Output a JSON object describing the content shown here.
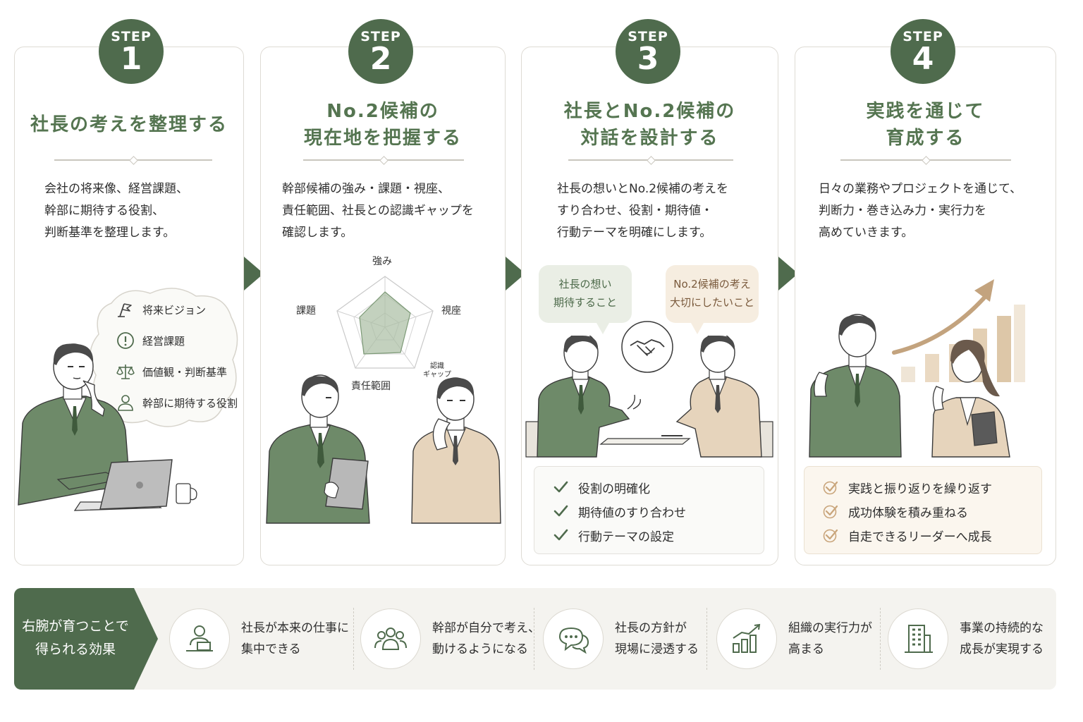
{
  "steps": [
    {
      "label": "STEP",
      "number": "1",
      "title_lines": [
        "社長の考えを整理する"
      ],
      "description": "会社の将来像、経営課題、\n幹部に期待する役割、\n判断基準を整理します。",
      "thought_items": [
        {
          "icon": "flag-icon",
          "text": "将来ビジョン"
        },
        {
          "icon": "exclamation-icon",
          "text": "経営課題"
        },
        {
          "icon": "scale-icon",
          "text": "価値観・判断基準"
        },
        {
          "icon": "person-icon",
          "text": "幹部に期待する役割"
        }
      ]
    },
    {
      "label": "STEP",
      "number": "2",
      "title_lines": [
        "No.2候補の",
        "現在地を把握する"
      ],
      "description": "幹部候補の強み・課題・視座、\n責任範囲、社長との認識ギャップを\n確認します。",
      "radar_axes": [
        "強み",
        "視座",
        "認識\nギャップ",
        "責任範囲",
        "課題"
      ]
    },
    {
      "label": "STEP",
      "number": "3",
      "title_lines": [
        "社長とNo.2候補の",
        "対話を設計する"
      ],
      "description": "社長の想いとNo.2候補の考えを\nすり合わせ、役割・期待値・\n行動テーマを明確にします。",
      "speech_left": "社長の想い\n期待すること",
      "speech_right": "No.2候補の考え\n大切にしたいこと",
      "checks": [
        "役割の明確化",
        "期待値のすり合わせ",
        "行動テーマの設定"
      ]
    },
    {
      "label": "STEP",
      "number": "4",
      "title_lines": [
        "実践を通じて",
        "育成する"
      ],
      "description": "日々の業務やプロジェクトを通じて、\n判断力・巻き込み力・実行力を\n高めていきます。",
      "checks": [
        "実践と振り返りを繰り返す",
        "成功体験を積み重ねる",
        "自走できるリーダーへ成長"
      ]
    }
  ],
  "effects": {
    "heading": "右腕が育つことで\n得られる効果",
    "items": [
      {
        "icon": "person-laptop-icon",
        "text": "社長が本来の仕事に\n集中できる"
      },
      {
        "icon": "team-icon",
        "text": "幹部が自分で考え、\n動けるようになる"
      },
      {
        "icon": "speech-bubbles-icon",
        "text": "社長の方針が\n現場に浸透する"
      },
      {
        "icon": "growth-chart-icon",
        "text": "組織の実行力が\n高まる"
      },
      {
        "icon": "building-icon",
        "text": "事業の持続的な\n成長が実現する"
      }
    ]
  },
  "colors": {
    "primary_green": "#4f6b4d",
    "title_green": "#557551",
    "beige": "#d9c4a6",
    "card_border": "#dedbd4",
    "effect_band": "#f4f3ef"
  }
}
